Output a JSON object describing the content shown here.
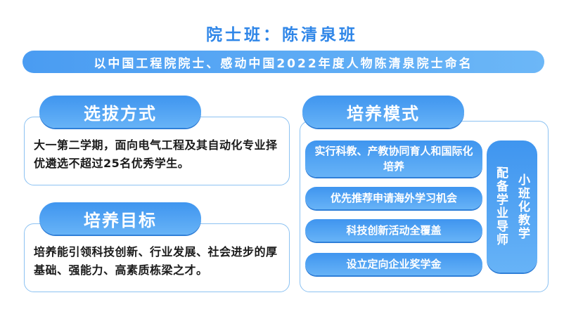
{
  "title": "院士班：陈清泉班",
  "banner": "以中国工程院院士、感动中国2022年度人物陈清泉院士命名",
  "selection": {
    "heading": "选拔方式",
    "text": "大一第二学期，面向电气工程及其自动化专业择优遴选不超过25名优秀学生。"
  },
  "goal": {
    "heading": "培养目标",
    "text": "培养能引领科技创新、行业发展、社会进步的厚基础、强能力、高素质栋梁之才。"
  },
  "mode": {
    "heading": "培养模式",
    "items": [
      "实行科教、产教协同育人和国际化培养",
      "优先推荐申请海外学习机会",
      "科技创新活动全覆盖",
      "设立定向企业奖学金"
    ],
    "side_col1": "小班化教学",
    "side_col2": "配备学业导师"
  }
}
